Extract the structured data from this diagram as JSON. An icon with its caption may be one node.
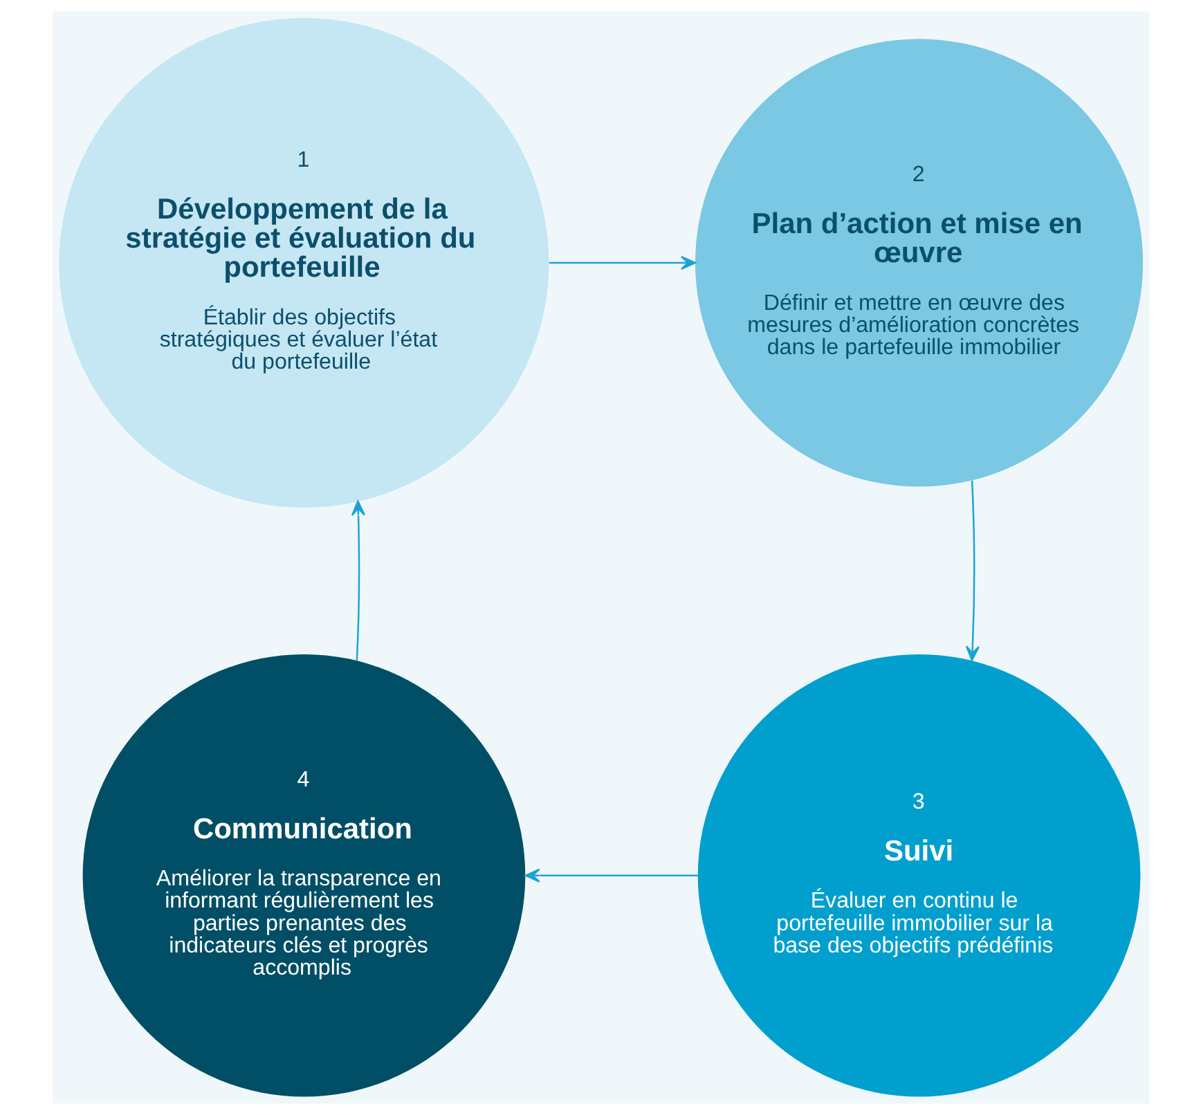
{
  "diagram": {
    "nodes": [
      {
        "text": [
          "1",
          "Développement de la stratégie et évaluation du portefeuille",
          "Établir des objectifs stratégiques et évaluer l’état du portefeuille"
        ]
      },
      {
        "text": [
          "2",
          "Plan d’action et mise en œuvre",
          "Définir et mettre en œuvre des mesures d’amélioration concrètes dans le partefeuille immobilier"
        ]
      },
      {
        "text": [
          "3",
          "Suivi",
          "Évaluer en continu le portefeuille immobilier sur la base des objectifs prédéfinis"
        ]
      },
      {
        "text": [
          "4",
          "Communication",
          "Améliorer la transparence en informant régulièrement les parties prenantes des indicateurs clés et progrès accomplis"
        ]
      }
    ],
    "edges": [
      {
        "from": 0,
        "to": 1,
        "arrow": "to"
      },
      {
        "from": 1,
        "to": 2,
        "arrow": "to"
      },
      {
        "from": 2,
        "to": 3,
        "arrow": "to"
      },
      {
        "from": 3,
        "to": 0,
        "arrow": "to"
      }
    ]
  }
}
